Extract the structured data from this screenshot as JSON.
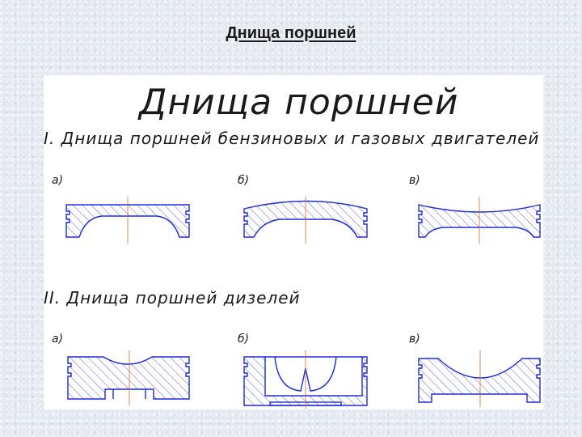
{
  "slide": {
    "title": "Днища поршней"
  },
  "drawing": {
    "heading": "Днища поршней",
    "section_1": "I. Днища поршней бензиновых и газовых двигателей",
    "section_2": "II. Днища поршней дизелей",
    "labels_1": [
      "а)",
      "б)",
      "в)"
    ],
    "labels_2": [
      "а)",
      "б)",
      "в)"
    ]
  },
  "colors": {
    "outline": "#1f2bd6",
    "hatch": "#4b5bd0",
    "axis": "#d26a2a",
    "background": "#e4e9f0"
  }
}
